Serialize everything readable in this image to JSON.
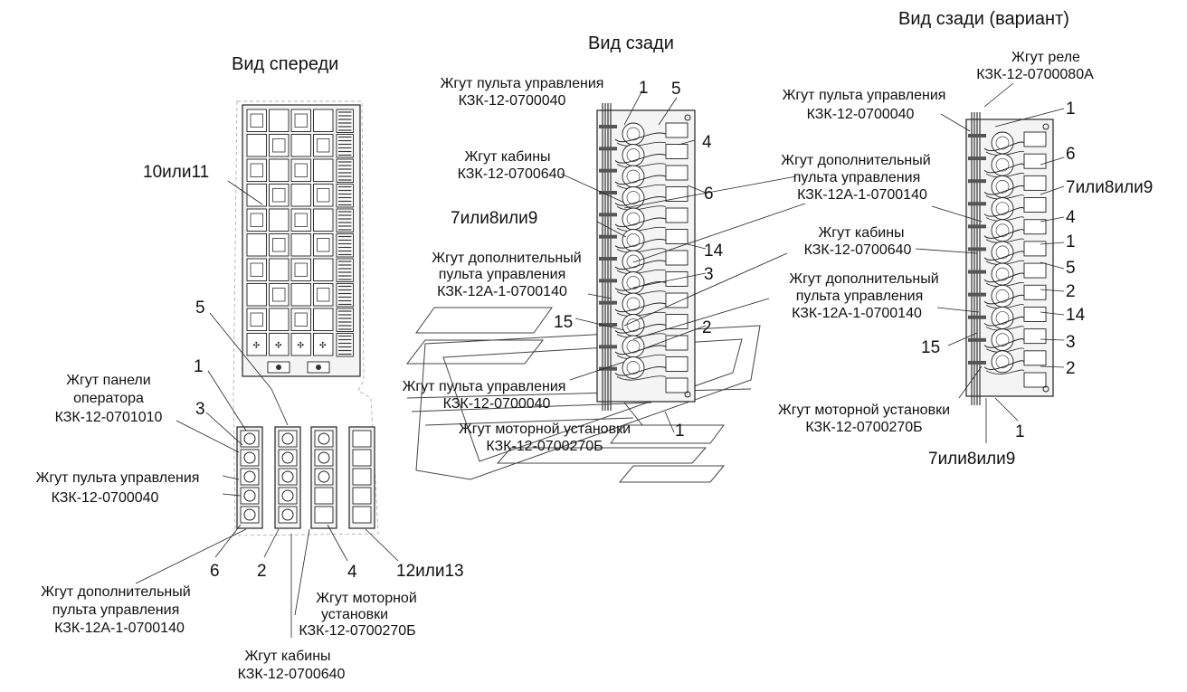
{
  "views": {
    "front": "Вид спереди",
    "rear": "Вид сзади",
    "rear_variant": "Вид сзади (вариант)"
  },
  "front_labels": {
    "ref_10_11": "10или11",
    "ref_5": "5",
    "ref_1": "1",
    "ref_3": "3",
    "ref_6": "6",
    "ref_2": "2",
    "ref_4": "4",
    "ref_12_13": "12или13",
    "operator_panel_harness": [
      "Жгут панели",
      "оператора",
      "КЗК-12-0701010"
    ],
    "control_panel_harness": [
      "Жгут пульта управления",
      "КЗК-12-0700040"
    ],
    "extra_control_panel_harness": [
      "Жгут дополнительный",
      "пульта управления",
      "КЗК-12А-1-0700140"
    ],
    "engine_harness": [
      "Жгут моторной",
      "установки",
      "КЗК-12-0700270Б"
    ],
    "cabin_harness": [
      "Жгут кабины",
      "КЗК-12-0700640"
    ]
  },
  "rear_labels": {
    "control_panel_harness_top": [
      "Жгут пульта управления",
      "КЗК-12-0700040"
    ],
    "cabin_harness": [
      "Жгут кабины",
      "КЗК-12-0700640"
    ],
    "ref_7_8_9": "7или8или9",
    "extra_control_panel_harness": [
      "Жгут дополнительный",
      "пульта управления",
      "КЗК-12А-1-0700140"
    ],
    "ref_15": "15",
    "control_panel_harness_bottom": [
      "Жгут пульта управления",
      "КЗК-12-0700040"
    ],
    "engine_harness": [
      "Жгут моторной установки",
      "КЗК-12-0700270Б"
    ],
    "ref_1_top": "1",
    "ref_5": "5",
    "ref_4": "4",
    "ref_6": "6",
    "ref_14": "14",
    "ref_3": "3",
    "ref_2": "2",
    "ref_1_bottom": "1"
  },
  "variant_labels": {
    "relay_harness": [
      "Жгут реле",
      "КЗК-12-0700080А"
    ],
    "control_panel_harness": [
      "Жгут пульта управления",
      "КЗК-12-0700040"
    ],
    "extra_control_panel_harness_1": [
      "Жгут дополнительный",
      "пульта управления",
      "КЗК-12А-1-0700140"
    ],
    "cabin_harness": [
      "Жгут кабины",
      "КЗК-12-0700640"
    ],
    "extra_control_panel_harness_2": [
      "Жгут дополнительный",
      "пульта управления",
      "КЗК-12А-1-0700140"
    ],
    "ref_15": "15",
    "engine_harness": [
      "Жгут моторной установки",
      "КЗК-12-0700270Б"
    ],
    "ref_1_top": "1",
    "ref_6": "6",
    "ref_7_8_9_top": "7или8или9",
    "ref_4": "4",
    "ref_1_mid": "1",
    "ref_5": "5",
    "ref_2_mid": "2",
    "ref_14": "14",
    "ref_3": "3",
    "ref_2_low": "2",
    "ref_1_bottom": "1",
    "ref_7_8_9_bottom": "7или8или9"
  }
}
